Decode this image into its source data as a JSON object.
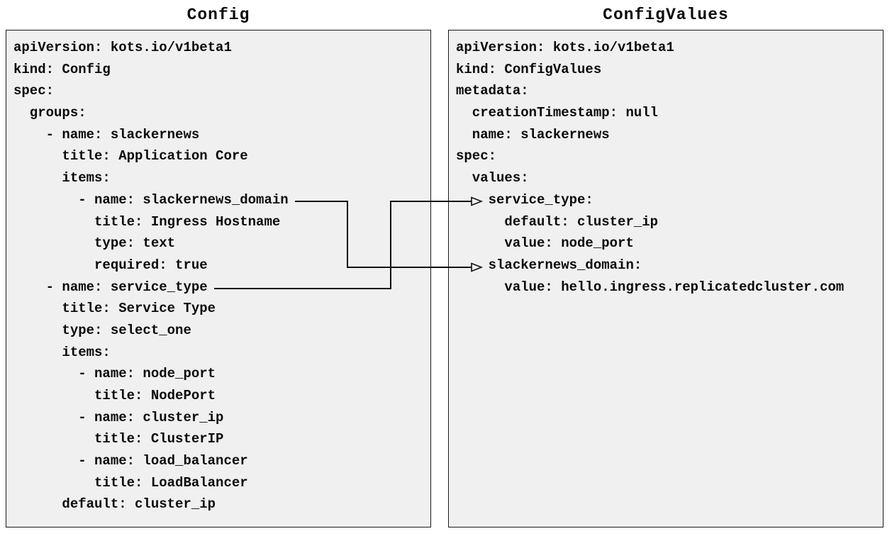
{
  "left_panel": {
    "title": "Config",
    "lines": [
      "apiVersion: kots.io/v1beta1",
      "kind: Config",
      "spec:",
      "  groups:",
      "    - name: slackernews",
      "      title: Application Core",
      "      items:",
      "        - name: slackernews_domain",
      "          title: Ingress Hostname",
      "          type: text",
      "          required: true",
      "    - name: service_type",
      "      title: Service Type",
      "      type: select_one",
      "      items:",
      "        - name: node_port",
      "          title: NodePort",
      "        - name: cluster_ip",
      "          title: ClusterIP",
      "        - name: load_balancer",
      "          title: LoadBalancer",
      "      default: cluster_ip"
    ]
  },
  "right_panel": {
    "title": "ConfigValues",
    "lines": [
      "apiVersion: kots.io/v1beta1",
      "kind: ConfigValues",
      "metadata:",
      "  creationTimestamp: null",
      "  name: slackernews",
      "spec:",
      "  values:",
      "    service_type:",
      "      default: cluster_ip",
      "      value: node_port",
      "    slackernews_domain:",
      "      value: hello.ingress.replicatedcluster.com"
    ]
  },
  "connections": [
    {
      "from_line": "- name: slackernews_domain",
      "to_line": "slackernews_domain:"
    },
    {
      "from_line": "- name: service_type",
      "to_line": "service_type:"
    }
  ],
  "colors": {
    "page_bg": "#ffffff",
    "panel_bg": "#f0f0f0",
    "panel_border": "#1a1a1a",
    "text": "#0a0a0a",
    "connector": "#111111"
  }
}
